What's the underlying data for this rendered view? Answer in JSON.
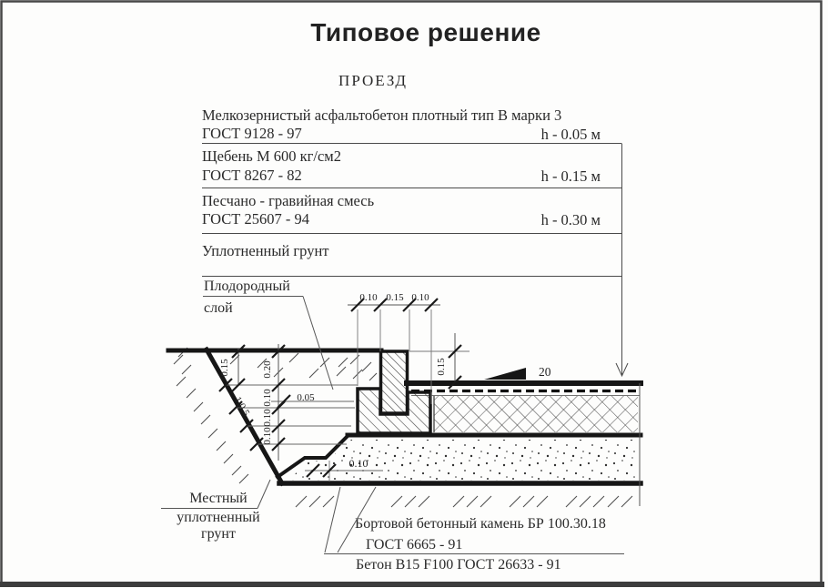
{
  "title": "Типовое решение",
  "subtitle": "ПРОЕЗД",
  "layer_table": {
    "rows": [
      {
        "name": "Мелкозернистый асфальтобетон плотный тип В марки 3",
        "gost": "ГОСТ 9128 - 97",
        "h": "h - 0.05 м"
      },
      {
        "name": "Щебень М 600  кг/см2",
        "gost": "ГОСТ 8267 - 82",
        "h": "h - 0.15 м"
      },
      {
        "name": "Песчано - гравийная смесь",
        "gost": "ГОСТ 25607 - 94",
        "h": "h - 0.30 м"
      },
      {
        "name": "Уплотненный грунт",
        "gost": "",
        "h": ""
      }
    ]
  },
  "annotations": {
    "topsoil_line1": "Плодородный",
    "topsoil_line2": "слой",
    "local_soil_line1": "Местный",
    "local_soil_line2": "уплотненный",
    "local_soil_line3": "грунт",
    "curb_line1": "Бортовой бетонный камень БР 100.30.18",
    "curb_line2": "ГОСТ 6665 - 91",
    "concrete_line": "Бетон В15  F100 ГОСТ 26633 - 91"
  },
  "dimensions": {
    "top_chain": [
      "0.10",
      "0.15",
      "0.10"
    ],
    "curb_reveal": "0.15",
    "topsoil_depth": "0.15",
    "left_chain": [
      "0.20",
      "0.10",
      "0.10",
      "0.10"
    ],
    "thin_layer": "0.05",
    "step_width": "0.10",
    "cross_slope": "20",
    "slope_ratio": "1:0.5"
  },
  "colors": {
    "thick_line": "#161616",
    "thin_line": "#555555",
    "text": "#2a2a2a",
    "frame": "#404040"
  }
}
